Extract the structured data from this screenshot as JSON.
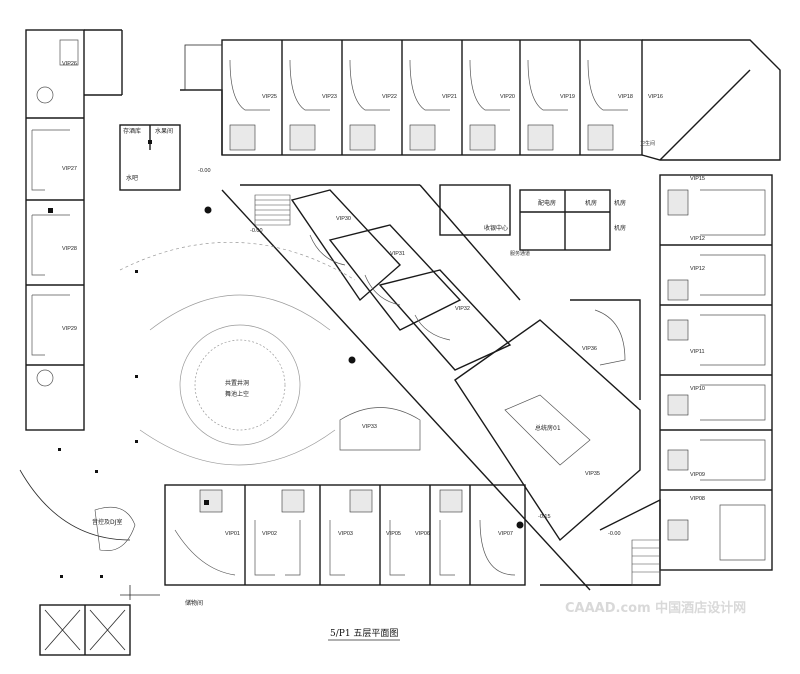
{
  "plan": {
    "caption": "5/P1  五层平面图",
    "watermark": "CAAAD.com 中国酒店设计网",
    "level_marks": [
      "-0.00",
      "-0.00",
      "-0.15",
      "-0.00"
    ],
    "rooms": [
      {
        "id": "vip26",
        "label": "VIP26"
      },
      {
        "id": "vip27",
        "label": "VIP27"
      },
      {
        "id": "vip28",
        "label": "VIP28"
      },
      {
        "id": "vip29",
        "label": "VIP29"
      },
      {
        "id": "vip25",
        "label": "VIP25"
      },
      {
        "id": "vip23",
        "label": "VIP23"
      },
      {
        "id": "vip22",
        "label": "VIP22"
      },
      {
        "id": "vip21",
        "label": "VIP21"
      },
      {
        "id": "vip20",
        "label": "VIP20"
      },
      {
        "id": "vip19",
        "label": "VIP19"
      },
      {
        "id": "vip18",
        "label": "VIP18"
      },
      {
        "id": "vip16",
        "label": "VIP16"
      },
      {
        "id": "vip15",
        "label": "VIP15"
      },
      {
        "id": "vip12",
        "label": "VIP12"
      },
      {
        "id": "vip12b",
        "label": "VIP12"
      },
      {
        "id": "vip11",
        "label": "VIP11"
      },
      {
        "id": "vip10",
        "label": "VIP10"
      },
      {
        "id": "vip09",
        "label": "VIP09"
      },
      {
        "id": "vip08",
        "label": "VIP08"
      },
      {
        "id": "vip30",
        "label": "VIP30"
      },
      {
        "id": "vip31",
        "label": "VIP31"
      },
      {
        "id": "vip32",
        "label": "VIP32"
      },
      {
        "id": "vip36",
        "label": "VIP36"
      },
      {
        "id": "vip35",
        "label": "VIP35"
      },
      {
        "id": "vip33",
        "label": "VIP33"
      },
      {
        "id": "vip01",
        "label": "VIP01"
      },
      {
        "id": "vip02",
        "label": "VIP02"
      },
      {
        "id": "vip03",
        "label": "VIP03"
      },
      {
        "id": "vip05",
        "label": "VIP05"
      },
      {
        "id": "vip06",
        "label": "VIP06"
      },
      {
        "id": "vip07",
        "label": "VIP07"
      },
      {
        "id": "president",
        "label": "总统房01"
      }
    ],
    "service": {
      "storage_left": "存酒库",
      "water_bar": "水果间",
      "water_room": "水吧",
      "elec": "配电房",
      "mech1": "机房",
      "mech2": "机房",
      "mech3": "机房",
      "cashier": "收银中心",
      "dance_floor_1": "共置井洞",
      "dance_floor_2": "舞池上空",
      "atrium": "音控及DJ室",
      "store": "储物间",
      "wc": "卫生间",
      "corridor": "服务通道"
    }
  }
}
